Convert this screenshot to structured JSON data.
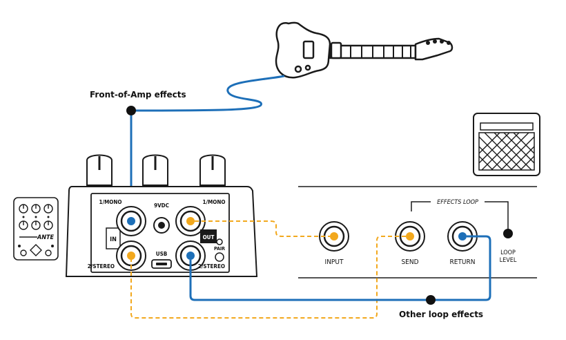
{
  "labels": {
    "front_of_amp": "Front-of-Amp effects",
    "other_loop": "Other loop effects",
    "pedal_in_mono": "1/MONO",
    "pedal_out_mono": "1/MONO",
    "pedal_in_stereo": "2/STEREO",
    "pedal_out_stereo": "2/STEREO",
    "power": "9VDC",
    "usb": "USB",
    "in": "IN",
    "out": "OUT",
    "pair": "PAIR",
    "effects_loop": "EFFECTS LOOP",
    "input": "INPUT",
    "send": "SEND",
    "return": "RETURN",
    "loop_level_1": "LOOP",
    "loop_level_2": "LEVEL",
    "ante": "ANTE"
  },
  "colors": {
    "blue_cable": "#1d6fb8",
    "orange_cable": "#f2a81d",
    "outline": "#1a1a1a"
  }
}
